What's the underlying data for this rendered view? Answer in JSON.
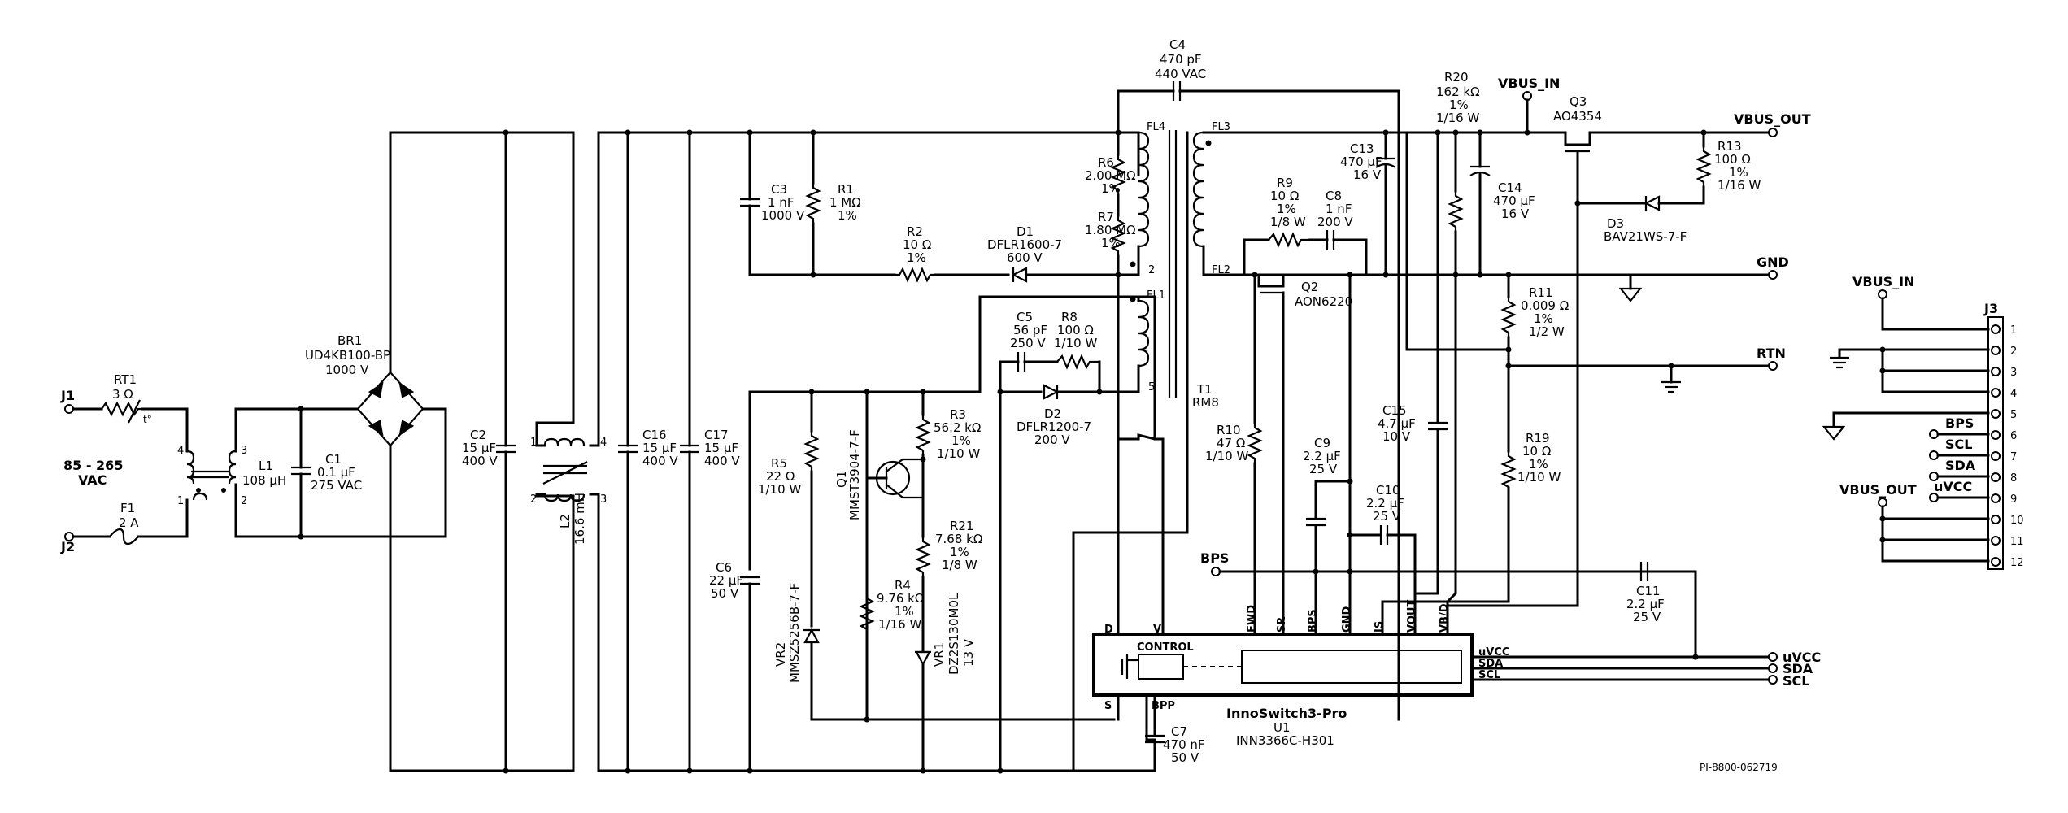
{
  "components": {
    "j1": "J1",
    "j2": "J2",
    "vac": [
      "85 - 265",
      "VAC"
    ],
    "rt1": [
      "RT1",
      "3 Ω"
    ],
    "f1": [
      "F1",
      "2 A"
    ],
    "l1": [
      "L1",
      "108 µH"
    ],
    "c1": [
      "C1",
      "0.1 µF",
      "275 VAC"
    ],
    "br1": [
      "BR1",
      "UD4KB100-BP",
      "1000 V"
    ],
    "c2": [
      "C2",
      "15 µF",
      "400 V"
    ],
    "l2": [
      "L2",
      "16.6 mH"
    ],
    "c16": [
      "C16",
      "15 µF",
      "400 V"
    ],
    "c17": [
      "C17",
      "15 µF",
      "400 V"
    ],
    "c3": [
      "C3",
      "1 nF",
      "1000 V"
    ],
    "r1": [
      "R1",
      "1 MΩ",
      "1%"
    ],
    "r2": [
      "R2",
      "10 Ω",
      "1%"
    ],
    "d1": [
      "D1",
      "DFLR1600-7",
      "600 V"
    ],
    "c4": [
      "C4",
      "470 pF",
      "440 VAC"
    ],
    "r6": [
      "R6",
      "2.00 MΩ",
      "1%"
    ],
    "r7": [
      "R7",
      "1.80 MΩ",
      "1%"
    ],
    "c5": [
      "C5",
      "56 pF",
      "250 V"
    ],
    "r8": [
      "R8",
      "100 Ω",
      "1/10 W"
    ],
    "d2": [
      "D2",
      "DFLR1200-7",
      "200 V"
    ],
    "t1": [
      "T1",
      "RM8"
    ],
    "r3": [
      "R3",
      "56.2 kΩ",
      "1%",
      "1/10 W"
    ],
    "q1": [
      "Q1",
      "MMST3904-7-F"
    ],
    "r5": [
      "R5",
      "22 Ω",
      "1/10 W"
    ],
    "r21": [
      "R21",
      "7.68 kΩ",
      "1%",
      "1/8 W"
    ],
    "r4": [
      "R4",
      "9.76 kΩ",
      "1%",
      "1/16 W"
    ],
    "c6": [
      "C6",
      "22 µF",
      "50 V"
    ],
    "vr2": [
      "VR2",
      "MMSZ5256B-7-F"
    ],
    "vr1": [
      "VR1",
      "DZ2S130M0L",
      "13 V"
    ],
    "r9": [
      "R9",
      "10 Ω",
      "1%",
      "1/8 W"
    ],
    "c8": [
      "C8",
      "1 nF",
      "200 V"
    ],
    "q2": [
      "Q2",
      "AON6220"
    ],
    "c13": [
      "C13",
      "470 µF",
      "16 V"
    ],
    "r20": [
      "R20",
      "162 kΩ",
      "1%",
      "1/16 W"
    ],
    "c14": [
      "C14",
      "470 µF",
      "16 V"
    ],
    "q3": [
      "Q3",
      "AO4354"
    ],
    "r13": [
      "R13",
      "100 Ω",
      "1%",
      "1/16 W"
    ],
    "d3": [
      "D3",
      "BAV21WS-7-F"
    ],
    "r11": [
      "R11",
      "0.009 Ω",
      "1%",
      "1/2 W"
    ],
    "r10": [
      "R10",
      "47 Ω",
      "1/10 W"
    ],
    "c9": [
      "C9",
      "2.2 µF",
      "25 V"
    ],
    "c15": [
      "C15",
      "4.7 µF",
      "10 V"
    ],
    "c10": [
      "C10",
      "2.2 µF",
      "25 V"
    ],
    "r19": [
      "R19",
      "10 Ω",
      "1%",
      "1/10 W"
    ],
    "c11": [
      "C11",
      "2.2 µF",
      "25 V"
    ],
    "c7": [
      "C7",
      "470 nF",
      "50 V"
    ],
    "u1": [
      "InnoSwitch3-Pro",
      "U1",
      "INN3366C-H301"
    ],
    "j3": "J3"
  },
  "transformer_pins": {
    "fl4": "FL4",
    "fl3": "FL3",
    "fl2": "FL2",
    "fl1": "FL1",
    "p2": "2",
    "p5": "5"
  },
  "l2_pins": {
    "p1": "1",
    "p2": "2",
    "p3": "3",
    "p4": "4"
  },
  "l1_pins": {
    "p1": "1",
    "p2": "2",
    "p3": "3",
    "p4": "4"
  },
  "ic_pins": [
    "FWD",
    "SR",
    "BPS",
    "GND",
    "IS",
    "VOUT",
    "VB/D"
  ],
  "ic_left_pins": {
    "d": "D",
    "v": "V",
    "s": "S",
    "bpp": "BPP",
    "control": "CONTROL"
  },
  "ic_right_pins": [
    "uVCC",
    "SDA",
    "SCL"
  ],
  "nets": {
    "vbus_in": "VBUS_IN",
    "vbus_out": "VBUS_OUT",
    "gnd": "GND",
    "rtn": "RTN",
    "bps": "BPS",
    "uvcc": "uVCC",
    "sda": "SDA",
    "scl": "SCL"
  },
  "j3_pins": [
    "1",
    "2",
    "3",
    "4",
    "5",
    "6",
    "7",
    "8",
    "9",
    "10",
    "11",
    "12"
  ],
  "j3_labels": {
    "vbus_in": "VBUS_IN",
    "bps": "BPS",
    "scl": "SCL",
    "sda": "SDA",
    "uvcc": "uVCC",
    "vbus_out": "VBUS_OUT"
  },
  "drawing_number": "PI-8800-062719"
}
